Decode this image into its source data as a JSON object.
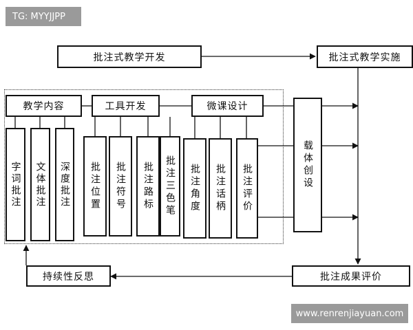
{
  "watermarks": {
    "top_left": "TG: MYYJJPP",
    "bottom_right": "www.renrenjiayuan.com"
  },
  "diagram": {
    "top_box": "批注式教学开发",
    "implementation_box": "批注式教学实施",
    "group_headers": {
      "content": "教学内容",
      "tools": "工具开发",
      "micro": "微课设计"
    },
    "content_items": [
      "字词批注",
      "文体批注",
      "深度批注"
    ],
    "tool_items": [
      "批注位置",
      "批注符号",
      "批注路标",
      "批注三色笔"
    ],
    "micro_items": [
      "批注角度",
      "批注话柄",
      "批注评价"
    ],
    "carrier_box": "载体创设",
    "evaluation_box": "批注成果评价",
    "reflection_box": "持续性反思"
  }
}
